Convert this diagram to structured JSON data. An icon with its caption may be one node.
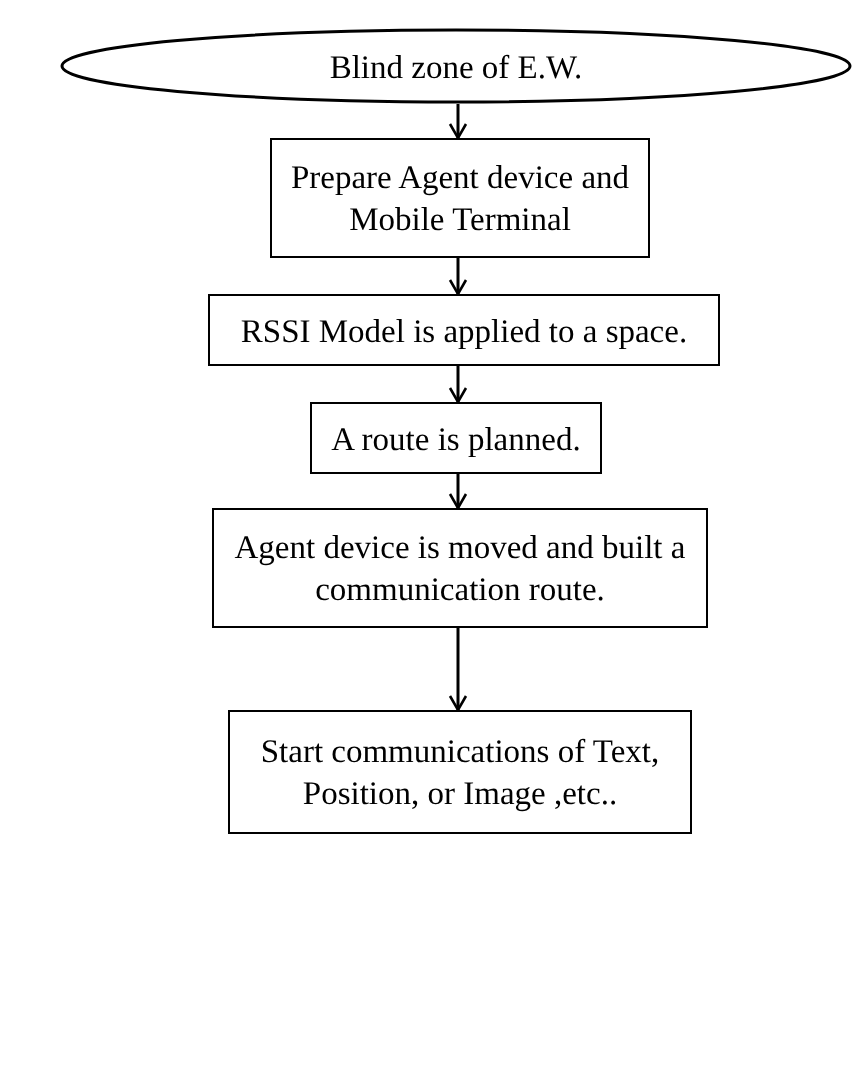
{
  "diagram": {
    "nodes": [
      {
        "text": [
          "Blind zone of E.W."
        ]
      },
      {
        "text": [
          "Prepare Agent device and Mobile Terminal"
        ]
      },
      {
        "text": [
          "RSSI Model is applied to a space."
        ]
      },
      {
        "text": [
          "A route is planned."
        ]
      },
      {
        "text": [
          "Agent device is moved and built a communication route."
        ]
      },
      {
        "text": [
          "Start communications of Text, Position, or Image ,etc.."
        ]
      }
    ],
    "edges": [
      {
        "from": 0,
        "to": 1,
        "arrow": "to"
      },
      {
        "from": 1,
        "to": 2,
        "arrow": "to"
      },
      {
        "from": 2,
        "to": 3,
        "arrow": "to"
      },
      {
        "from": 3,
        "to": 4,
        "arrow": "to"
      },
      {
        "from": 4,
        "to": 5,
        "arrow": "to"
      }
    ]
  }
}
